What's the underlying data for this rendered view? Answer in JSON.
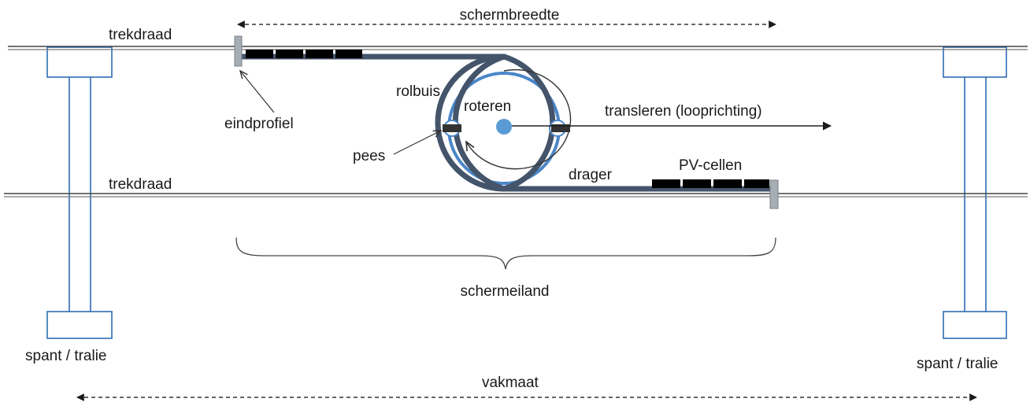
{
  "labels": {
    "screen_width": "schermbreedte",
    "wire_top": "trekdraad",
    "wire_bottom": "trekdraad",
    "end_profile": "eindprofiel",
    "roller_tube": "rolbuis",
    "rotate": "roteren",
    "translate": "transleren (looprichting)",
    "tendon": "pees",
    "carrier": "drager",
    "pv_cells": "PV-cellen",
    "screen_island": "schermeiland",
    "truss_left": "spant / tralie",
    "truss_right": "spant / tralie",
    "bay_size": "vakmaat"
  },
  "colors": {
    "carrier": "#44546a",
    "tube_outline": "#4a86c8",
    "tube_center": "#5b9bd5",
    "pv_cell": "#000000",
    "end_profile": "#a6adb4",
    "truss": "#2e6db4",
    "wire": "#595959",
    "text": "#1a1a1a"
  },
  "icons": {
    "dimension_arrow": "double-headed-dashed-arrow",
    "rotation": "curved-arrow-counterclockwise",
    "motion": "right-arrow"
  }
}
